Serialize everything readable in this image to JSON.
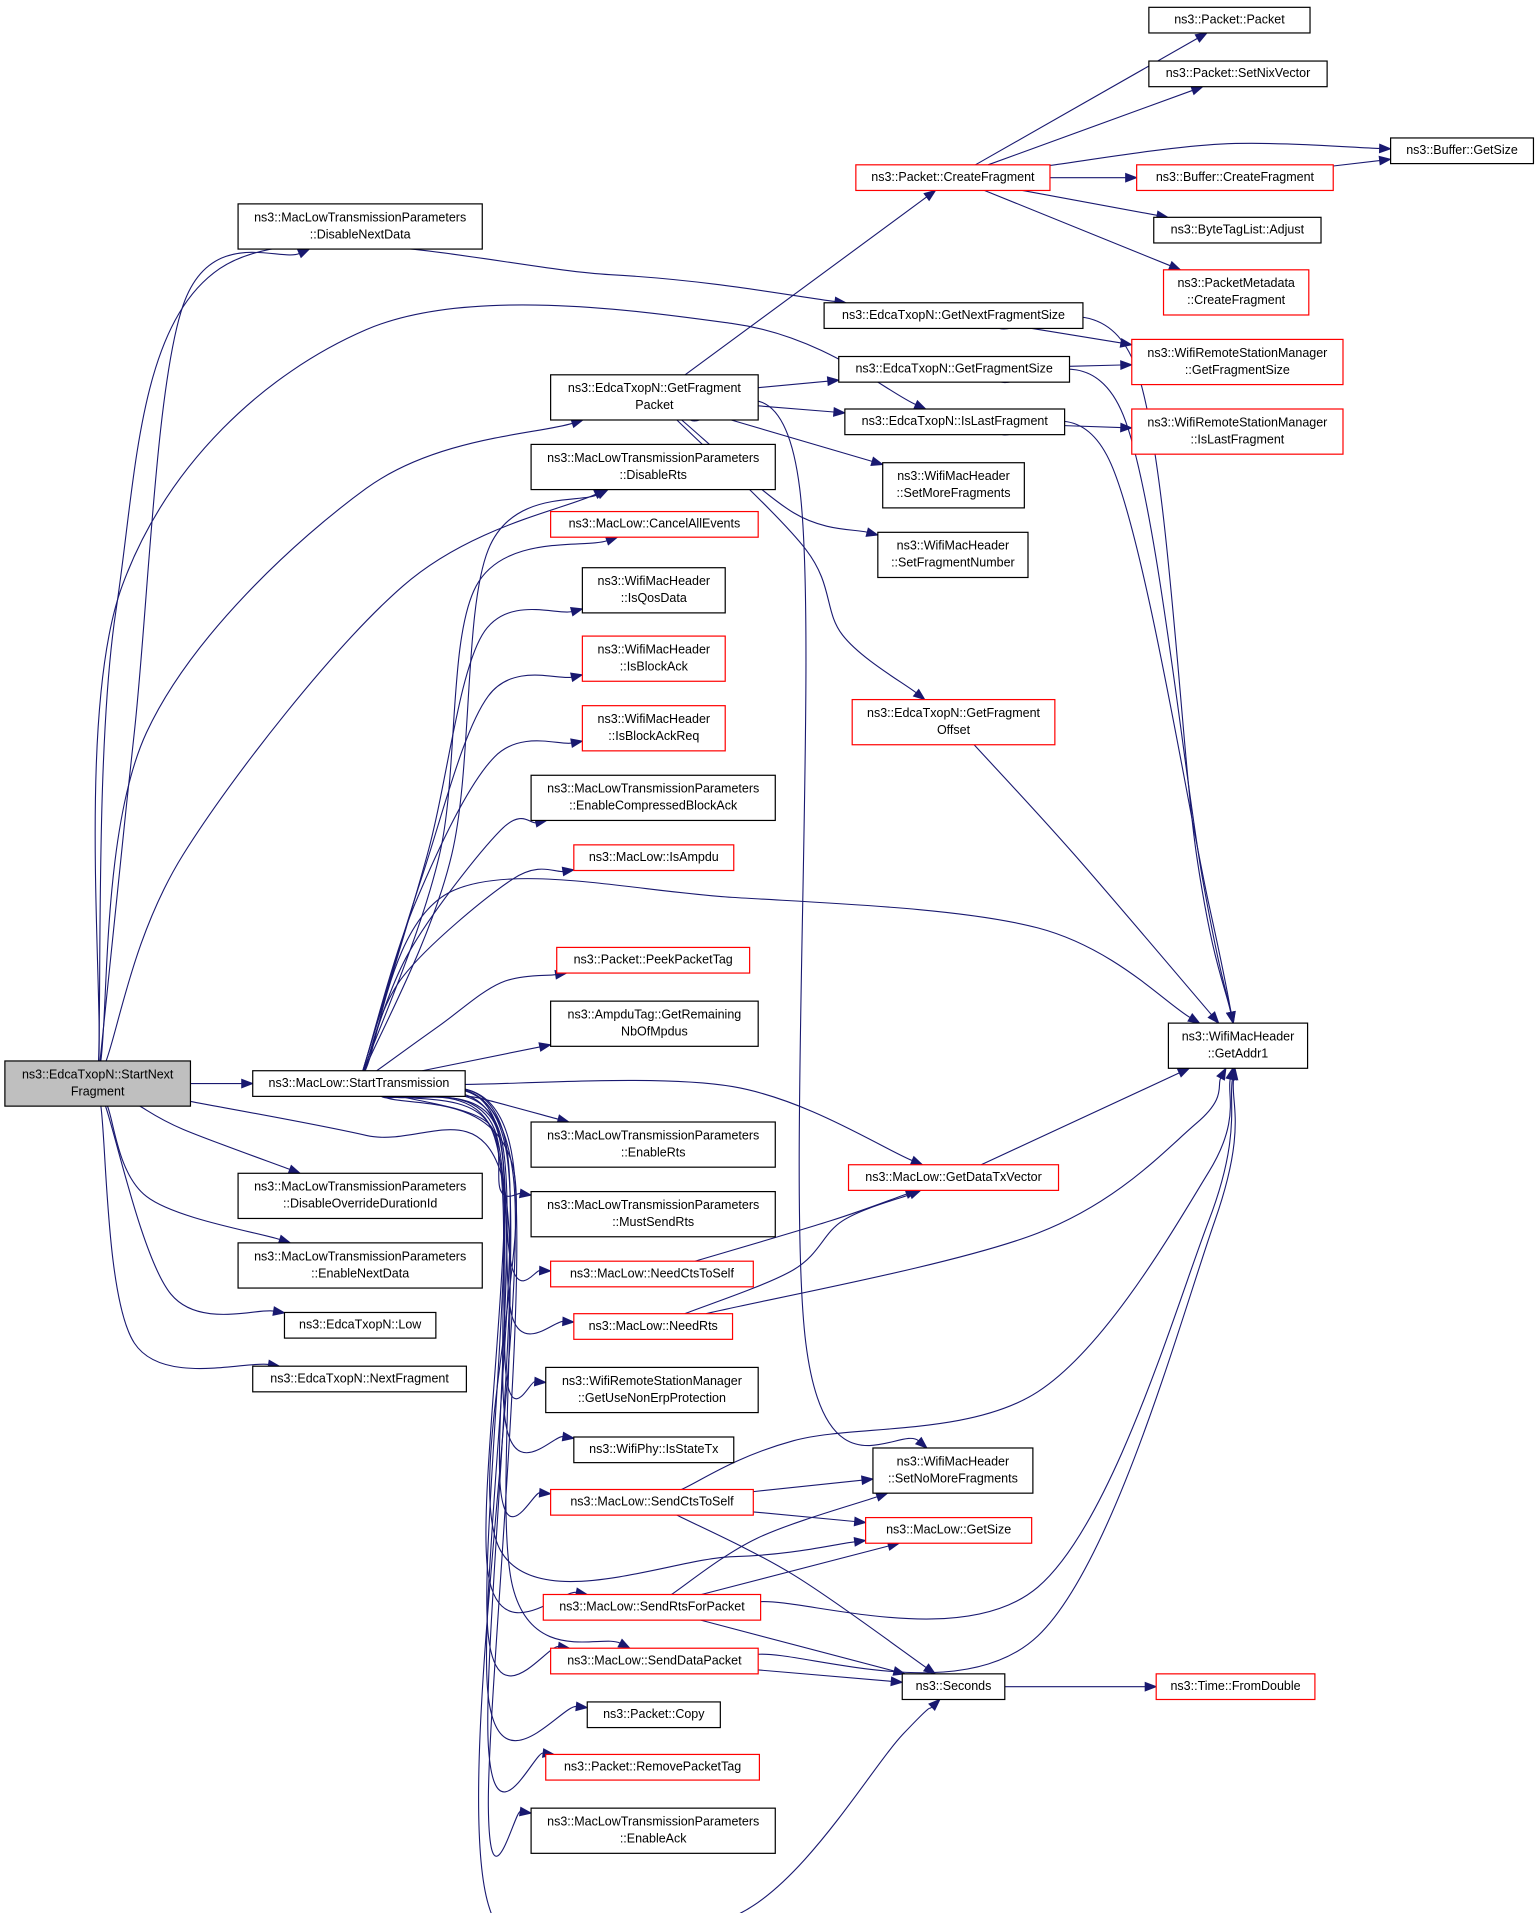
{
  "graph": {
    "colors": {
      "edge": "#191970",
      "root_fill": "#bfbfbf",
      "normal_border": "#000000",
      "truncated_border": "#ff0000"
    },
    "nodes": [
      {
        "id": "root",
        "lines": [
          "ns3::EdcaTxopN::StartNext",
          "Fragment"
        ],
        "style": "root"
      },
      {
        "id": "startTx",
        "lines": [
          "ns3::MacLow::StartTransmission"
        ],
        "style": "normal"
      },
      {
        "id": "disableNextData",
        "lines": [
          "ns3::MacLowTransmissionParameters",
          "::DisableNextData"
        ],
        "style": "normal"
      },
      {
        "id": "disableOverride",
        "lines": [
          "ns3::MacLowTransmissionParameters",
          "::DisableOverrideDurationId"
        ],
        "style": "normal"
      },
      {
        "id": "enableNextData",
        "lines": [
          "ns3::MacLowTransmissionParameters",
          "::EnableNextData"
        ],
        "style": "normal"
      },
      {
        "id": "low",
        "lines": [
          "ns3::EdcaTxopN::Low"
        ],
        "style": "normal"
      },
      {
        "id": "nextFragment",
        "lines": [
          "ns3::EdcaTxopN::NextFragment"
        ],
        "style": "normal"
      },
      {
        "id": "getFragmentPacket",
        "lines": [
          "ns3::EdcaTxopN::GetFragment",
          "Packet"
        ],
        "style": "normal"
      },
      {
        "id": "disableRts",
        "lines": [
          "ns3::MacLowTransmissionParameters",
          "::DisableRts"
        ],
        "style": "normal"
      },
      {
        "id": "cancelAllEvents",
        "lines": [
          "ns3::MacLow::CancelAllEvents"
        ],
        "style": "red"
      },
      {
        "id": "isQosData",
        "lines": [
          "ns3::WifiMacHeader",
          "::IsQosData"
        ],
        "style": "normal"
      },
      {
        "id": "isBlockAck",
        "lines": [
          "ns3::WifiMacHeader",
          "::IsBlockAck"
        ],
        "style": "red"
      },
      {
        "id": "isBlockAckReq",
        "lines": [
          "ns3::WifiMacHeader",
          "::IsBlockAckReq"
        ],
        "style": "red"
      },
      {
        "id": "enableCompressed",
        "lines": [
          "ns3::MacLowTransmissionParameters",
          "::EnableCompressedBlockAck"
        ],
        "style": "normal"
      },
      {
        "id": "isAmpdu",
        "lines": [
          "ns3::MacLow::IsAmpdu"
        ],
        "style": "red"
      },
      {
        "id": "peekPacketTag",
        "lines": [
          "ns3::Packet::PeekPacketTag"
        ],
        "style": "red"
      },
      {
        "id": "ampduRemaining",
        "lines": [
          "ns3::AmpduTag::GetRemaining",
          "NbOfMpdus"
        ],
        "style": "normal"
      },
      {
        "id": "enableRts",
        "lines": [
          "ns3::MacLowTransmissionParameters",
          "::EnableRts"
        ],
        "style": "normal"
      },
      {
        "id": "mustSendRts",
        "lines": [
          "ns3::MacLowTransmissionParameters",
          "::MustSendRts"
        ],
        "style": "normal"
      },
      {
        "id": "needCtsToSelf",
        "lines": [
          "ns3::MacLow::NeedCtsToSelf"
        ],
        "style": "red"
      },
      {
        "id": "needRts",
        "lines": [
          "ns3::MacLow::NeedRts"
        ],
        "style": "red"
      },
      {
        "id": "getUseNonErp",
        "lines": [
          "ns3::WifiRemoteStationManager",
          "::GetUseNonErpProtection"
        ],
        "style": "normal"
      },
      {
        "id": "isStateTx",
        "lines": [
          "ns3::WifiPhy::IsStateTx"
        ],
        "style": "normal"
      },
      {
        "id": "sendCtsToSelf",
        "lines": [
          "ns3::MacLow::SendCtsToSelf"
        ],
        "style": "red"
      },
      {
        "id": "sendRtsForPacket",
        "lines": [
          "ns3::MacLow::SendRtsForPacket"
        ],
        "style": "red"
      },
      {
        "id": "sendDataPacket",
        "lines": [
          "ns3::MacLow::SendDataPacket"
        ],
        "style": "red"
      },
      {
        "id": "packetCopy",
        "lines": [
          "ns3::Packet::Copy"
        ],
        "style": "normal"
      },
      {
        "id": "removePacketTag",
        "lines": [
          "ns3::Packet::RemovePacketTag"
        ],
        "style": "red"
      },
      {
        "id": "enableAck",
        "lines": [
          "ns3::MacLowTransmissionParameters",
          "::EnableAck"
        ],
        "style": "normal"
      },
      {
        "id": "createFragment",
        "lines": [
          "ns3::Packet::CreateFragment"
        ],
        "style": "red"
      },
      {
        "id": "getNextFragmentSize",
        "lines": [
          "ns3::EdcaTxopN::GetNextFragmentSize"
        ],
        "style": "normal"
      },
      {
        "id": "getFragmentSize",
        "lines": [
          "ns3::EdcaTxopN::GetFragmentSize"
        ],
        "style": "normal"
      },
      {
        "id": "isLastFragment",
        "lines": [
          "ns3::EdcaTxopN::IsLastFragment"
        ],
        "style": "normal"
      },
      {
        "id": "setMoreFragments",
        "lines": [
          "ns3::WifiMacHeader",
          "::SetMoreFragments"
        ],
        "style": "normal"
      },
      {
        "id": "setFragmentNumber",
        "lines": [
          "ns3::WifiMacHeader",
          "::SetFragmentNumber"
        ],
        "style": "normal"
      },
      {
        "id": "getFragmentOffset",
        "lines": [
          "ns3::EdcaTxopN::GetFragment",
          "Offset"
        ],
        "style": "red"
      },
      {
        "id": "getDataTxVector",
        "lines": [
          "ns3::MacLow::GetDataTxVector"
        ],
        "style": "red"
      },
      {
        "id": "setNoMoreFragments",
        "lines": [
          "ns3::WifiMacHeader",
          "::SetNoMoreFragments"
        ],
        "style": "normal"
      },
      {
        "id": "getSize",
        "lines": [
          "ns3::MacLow::GetSize"
        ],
        "style": "red"
      },
      {
        "id": "seconds",
        "lines": [
          "ns3::Seconds"
        ],
        "style": "normal"
      },
      {
        "id": "packetPacket",
        "lines": [
          "ns3::Packet::Packet"
        ],
        "style": "normal"
      },
      {
        "id": "setNixVector",
        "lines": [
          "ns3::Packet::SetNixVector"
        ],
        "style": "normal"
      },
      {
        "id": "bufferCreateFragment",
        "lines": [
          "ns3::Buffer::CreateFragment"
        ],
        "style": "red"
      },
      {
        "id": "byteTagListAdjust",
        "lines": [
          "ns3::ByteTagList::Adjust"
        ],
        "style": "normal"
      },
      {
        "id": "packetMetadataCreate",
        "lines": [
          "ns3::PacketMetadata",
          "::CreateFragment"
        ],
        "style": "red"
      },
      {
        "id": "wrsmGetFragmentSize",
        "lines": [
          "ns3::WifiRemoteStationManager",
          "::GetFragmentSize"
        ],
        "style": "red"
      },
      {
        "id": "wrsmIsLastFragment",
        "lines": [
          "ns3::WifiRemoteStationManager",
          "::IsLastFragment"
        ],
        "style": "red"
      },
      {
        "id": "getAddr1",
        "lines": [
          "ns3::WifiMacHeader",
          "::GetAddr1"
        ],
        "style": "normal"
      },
      {
        "id": "timeFromDouble",
        "lines": [
          "ns3::Time::FromDouble"
        ],
        "style": "red"
      },
      {
        "id": "bufferGetSize",
        "lines": [
          "ns3::Buffer::GetSize"
        ],
        "style": "normal"
      }
    ]
  }
}
